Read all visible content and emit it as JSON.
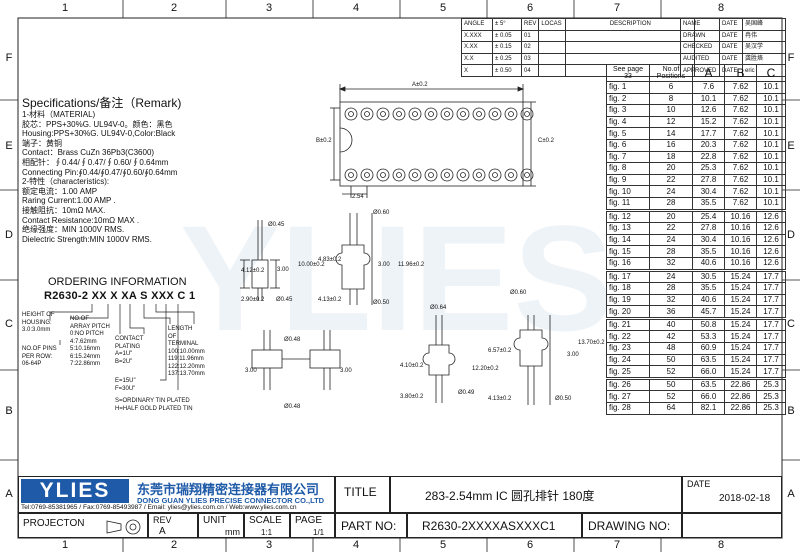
{
  "zones": {
    "cols": [
      "1",
      "2",
      "3",
      "4",
      "5",
      "6",
      "7",
      "8"
    ],
    "rows": [
      "F",
      "E",
      "D",
      "C",
      "B",
      "A"
    ]
  },
  "tolerance": {
    "headers": [
      "ANGLE",
      "± 5°",
      "REV",
      "LOCAS",
      "DESCRIPTION"
    ],
    "rows": [
      [
        "X.XXX",
        "± 0.05",
        "01"
      ],
      [
        "X.XX",
        "± 0.15",
        "02"
      ],
      [
        "X.X",
        "± 0.25",
        "03"
      ],
      [
        "X",
        "± 0.50",
        "04"
      ]
    ]
  },
  "name_date": {
    "headers": [
      "NAME",
      "DATE",
      "吴国峰"
    ],
    "rows": [
      [
        "DRAWN",
        "DATE",
        "冉伟"
      ],
      [
        "CHECKED",
        "DATE",
        "吴汉学"
      ],
      [
        "AUDITED",
        "DATE",
        "龚胜烙"
      ],
      [
        "APPROVED",
        "DATE",
        "eric"
      ]
    ]
  },
  "spec": {
    "title": "Specifications/备注（Remark)",
    "lines": [
      "1-材料（MATERIAL)",
      "胶芯：PPS+30%G. UL94V-0。颜色：黑色",
      "Housing:PPS+30%G. UL94V-0,Color:Black",
      "端子：黄铜",
      "Contact：Brass CuZn 36Pb3(C3600)",
      "相配针：∮0.44/∮0.47/∮0.60/∮0.64mm",
      "Connecting Pin:∮0.44/∮0.47/∮0.60/∮0.64mm",
      "2-特性（characteristics):",
      "额定电流：1.00 AMP",
      "Raring Current:1.00 AMP .",
      "接触阻抗：10mΩ MAX.",
      "Contact Resistance:10mΩ MAX .",
      "绝缘强度：MIN 1000V RMS.",
      "Dielectric Strength:MIN 1000V RMS."
    ]
  },
  "ordering": {
    "title": "ORDERING INFORMATION",
    "code": "R2630-2 XX X XA S XXX C 1",
    "height_label": "HEIGHT OF\nHOUSING:\n3.0:3.0mm",
    "pins_label": "NO.OF PINS\nPER ROW:\n06-64P",
    "row_pitch": "NO.OF\nARRAY PITCH\n0:NO PITCH\n4:7.62mm\n5:10.16mm\n6:15.24mm\n7:22.86mm",
    "contact_plating": "CONTACT\nPLATING\nA=1U\"\nB=2U\"",
    "length": "LENGTH\nOF\nTERMINAL\n100:10.00mm\n119:11.96mm\n122:12.20mm\n137:13.70mm",
    "angle": "E=15U\"\nF=30U\"",
    "plating_tin": "S=ORDINARY TIN PLATED\nH=HALF GOLD PLATED TIN"
  },
  "config_table": {
    "header": [
      "See page 33",
      "No.of Positions",
      "A",
      "B",
      "C"
    ],
    "rows": [
      [
        "fig. 1",
        "6",
        "7.6",
        "7.62",
        "10.1"
      ],
      [
        "fig. 2",
        "8",
        "10.1",
        "7.62",
        "10.1"
      ],
      [
        "fig. 3",
        "10",
        "12.6",
        "7.62",
        "10.1"
      ],
      [
        "fig. 4",
        "12",
        "15.2",
        "7.62",
        "10.1"
      ],
      [
        "fig. 5",
        "14",
        "17.7",
        "7.62",
        "10.1"
      ],
      [
        "fig. 6",
        "16",
        "20.3",
        "7.62",
        "10.1"
      ],
      [
        "fig. 7",
        "18",
        "22.8",
        "7.62",
        "10.1"
      ],
      [
        "fig. 8",
        "20",
        "25.3",
        "7.62",
        "10.1"
      ],
      [
        "fig. 9",
        "22",
        "27.8",
        "7.62",
        "10.1"
      ],
      [
        "fig. 10",
        "24",
        "30.4",
        "7.62",
        "10.1"
      ],
      [
        "fig. 11",
        "28",
        "35.5",
        "7.62",
        "10.1"
      ],
      [
        "fig. 12",
        "20",
        "25.4",
        "10.16",
        "12.6"
      ],
      [
        "fig. 13",
        "22",
        "27.8",
        "10.16",
        "12.6"
      ],
      [
        "fig. 14",
        "24",
        "30.4",
        "10.16",
        "12.6"
      ],
      [
        "fig. 15",
        "28",
        "35.5",
        "10.16",
        "12.6"
      ],
      [
        "fig. 16",
        "32",
        "40.6",
        "10.16",
        "12.6"
      ],
      [
        "fig. 17",
        "24",
        "30.5",
        "15.24",
        "17.7"
      ],
      [
        "fig. 18",
        "28",
        "35.5",
        "15.24",
        "17.7"
      ],
      [
        "fig. 19",
        "32",
        "40.6",
        "15.24",
        "17.7"
      ],
      [
        "fig. 20",
        "36",
        "45.7",
        "15.24",
        "17.7"
      ],
      [
        "fig. 21",
        "40",
        "50.8",
        "15.24",
        "17.7"
      ],
      [
        "fig. 22",
        "42",
        "53.3",
        "15.24",
        "17.7"
      ],
      [
        "fig. 23",
        "48",
        "60.9",
        "15.24",
        "17.7"
      ],
      [
        "fig. 24",
        "50",
        "63.5",
        "15.24",
        "17.7"
      ],
      [
        "fig. 25",
        "52",
        "66.0",
        "15.24",
        "17.7"
      ],
      [
        "fig. 26",
        "50",
        "63.5",
        "22.86",
        "25.3"
      ],
      [
        "fig. 27",
        "52",
        "66.0",
        "22.86",
        "25.3"
      ],
      [
        "fig. 28",
        "64",
        "82.1",
        "22.86",
        "25.3"
      ]
    ]
  },
  "dims": {
    "top_a": "A±0.2",
    "left_b": "B±0.2",
    "right_c": "C±0.2",
    "pitch": "2.54",
    "d045": "Ø0.45",
    "d060": "Ø0.60",
    "d050": "Ø0.50",
    "d048": "Ø0.48",
    "d064": "Ø0.64",
    "d049": "Ø0.49",
    "d048b": "Ø0.48",
    "h412": "4.12±0.2",
    "h300": "3.00",
    "h290": "2.90±0.2",
    "h1000": "10.00±0.2",
    "h483": "4.83±0.2",
    "h1196": "11.96±0.2",
    "h413": "4.13±0.2",
    "h1220": "12.20±0.2",
    "h380": "3.80±0.2",
    "h410": "4.10±0.2",
    "h657": "6.57±0.2",
    "h1370": "13.70±0.2",
    "h300b": "3.00",
    "h300c": "3.00",
    "h300d": "3.00",
    "h300e": "3.00"
  },
  "company": {
    "logo": "YLIES",
    "name_cn": "东莞市瑞翔精密连接器有限公司",
    "name_en": "DONG GUAN YLIES PRECISE CONNECTOR CO.,LTD",
    "contact": "Tel:0769-85381965 / Fax:0769-85493987 / Email: ylies@ylies.com.cn / Web:www.ylies.com.cn"
  },
  "title_block": {
    "title_label": "TITLE",
    "title_value": "283-2.54mm IC 圆孔排针 180度",
    "date_label": "DATE",
    "date_value": "2018-02-18",
    "projection_label": "PROJECTON",
    "rev_label": "REV",
    "rev_value": "A",
    "unit_label": "UNIT",
    "unit_value": "mm",
    "scale_label": "SCALE",
    "scale_value": "1:1",
    "page_label": "PAGE",
    "page_value": "1/1",
    "part_label": "PART NO:",
    "part_value": "R2630-2XXXXASXXXC1",
    "drawing_label": "DRAWING NO:"
  },
  "watermark": "YLIES"
}
